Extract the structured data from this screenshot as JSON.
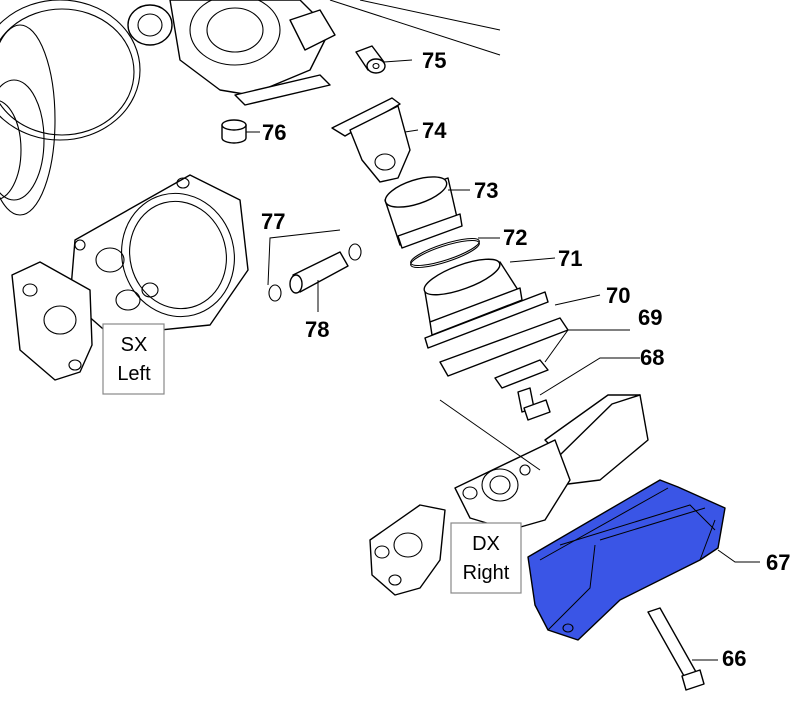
{
  "callouts": {
    "p66": "66",
    "p67": "67",
    "p68": "68",
    "p69": "69",
    "p70": "70",
    "p71": "71",
    "p72": "72",
    "p73": "73",
    "p74": "74",
    "p75": "75",
    "p76": "76",
    "p77": "77",
    "p78": "78"
  },
  "side_labels": {
    "left": {
      "line1": "SX",
      "line2": "Left"
    },
    "right": {
      "line1": "DX",
      "line2": "Right"
    }
  },
  "colors": {
    "highlight": "#3a55e6"
  }
}
